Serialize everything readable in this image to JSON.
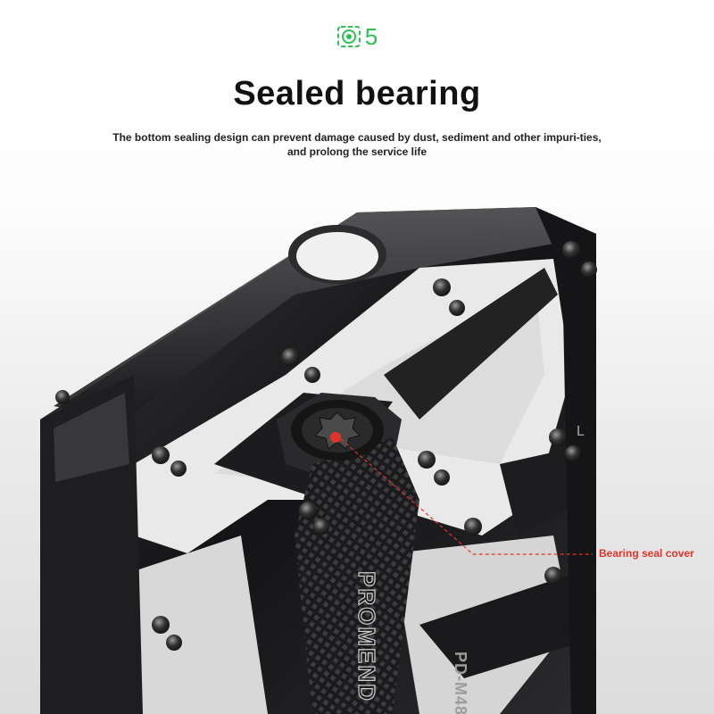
{
  "header": {
    "badge_icon": "bearing-icon",
    "badge_number": "5",
    "accent_color": "#2fbf56",
    "title": "Sealed bearing",
    "subtitle": "The bottom sealing design can prevent damage caused by dust, sediment and other impuri-ties, and prolong the service life"
  },
  "product": {
    "brand": "PROMEND",
    "model": "PD-M48",
    "side_marking": "L"
  },
  "callout": {
    "label": "Bearing seal cover",
    "color": "#e0352b"
  }
}
